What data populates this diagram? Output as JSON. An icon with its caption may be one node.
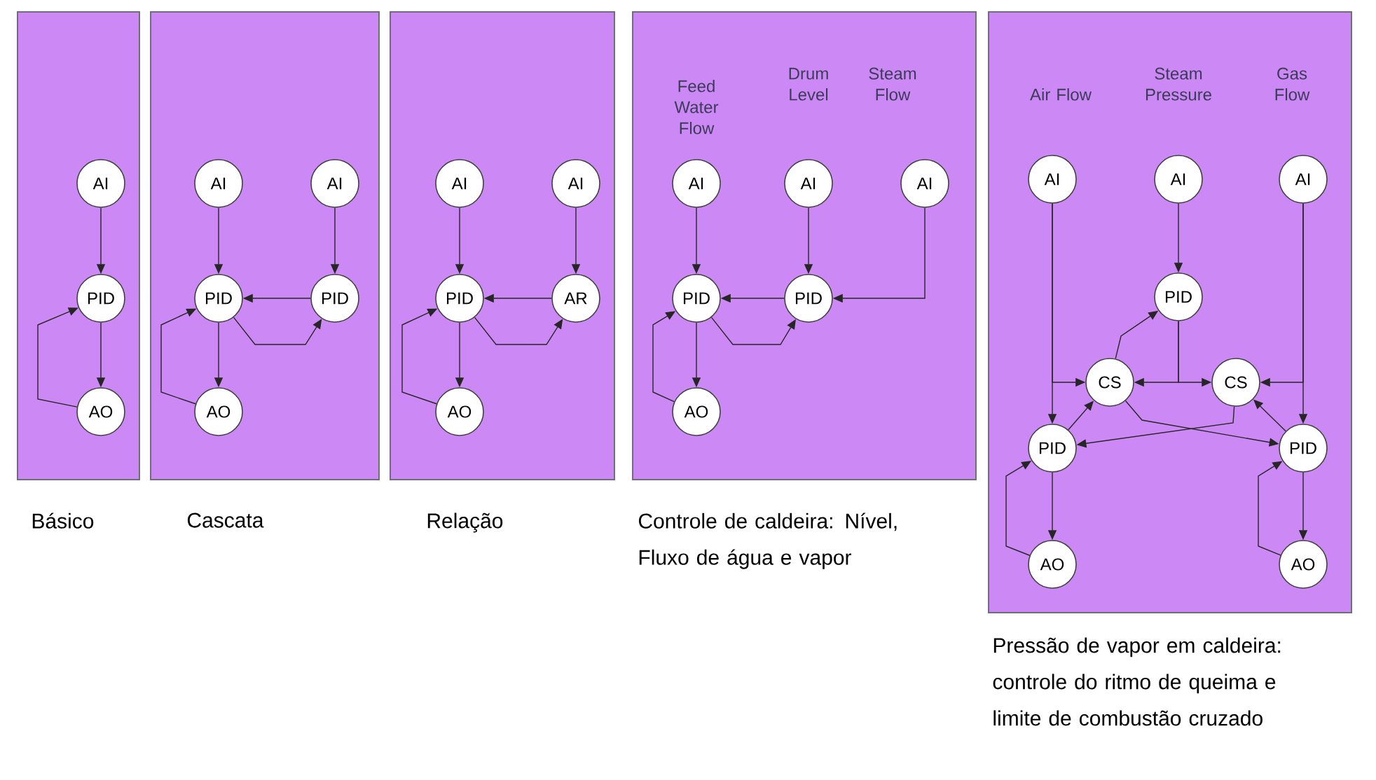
{
  "diagram": {
    "nodes": [
      {
        "text": [],
        "shape": "box",
        "beside": [
          "Básico"
        ]
      },
      {
        "text": [
          "AI"
        ],
        "in": 0
      },
      {
        "text": [
          "PID"
        ],
        "in": 0
      },
      {
        "text": [
          "AO"
        ],
        "in": 0
      },
      {
        "text": [],
        "shape": "box",
        "beside": [
          "Cascata"
        ]
      },
      {
        "text": [
          "AI"
        ],
        "in": 4
      },
      {
        "text": [
          "AI"
        ],
        "in": 4
      },
      {
        "text": [
          "PID"
        ],
        "in": 4
      },
      {
        "text": [
          "PID"
        ],
        "in": 4
      },
      {
        "text": [
          "AO"
        ],
        "in": 4
      },
      {
        "text": [],
        "shape": "box",
        "beside": [
          "Relação"
        ]
      },
      {
        "text": [
          "AI"
        ],
        "in": 10
      },
      {
        "text": [
          "AI"
        ],
        "in": 10
      },
      {
        "text": [
          "PID"
        ],
        "in": 10
      },
      {
        "text": [
          "AR"
        ],
        "in": 10
      },
      {
        "text": [
          "AO"
        ],
        "in": 10
      },
      {
        "text": [],
        "shape": "box",
        "beside": [
          "Controle de caldeira: Nível, Fluxo de água e vapor"
        ]
      },
      {
        "text": [
          "AI"
        ],
        "in": 16,
        "beside": [
          "Feed Water Flow"
        ]
      },
      {
        "text": [
          "AI"
        ],
        "in": 16,
        "beside": [
          "Drum Level"
        ]
      },
      {
        "text": [
          "AI"
        ],
        "in": 16,
        "beside": [
          "Steam Flow"
        ]
      },
      {
        "text": [
          "PID"
        ],
        "in": 16
      },
      {
        "text": [
          "PID"
        ],
        "in": 16
      },
      {
        "text": [
          "AO"
        ],
        "in": 16
      },
      {
        "text": [],
        "shape": "box",
        "beside": [
          "Pressão de vapor em caldeira: controle do ritmo de queima e limite de combustão cruzado"
        ]
      },
      {
        "text": [
          "AI"
        ],
        "in": 23,
        "beside": [
          "Air Flow"
        ]
      },
      {
        "text": [
          "AI"
        ],
        "in": 23,
        "beside": [
          "Steam Pressure"
        ]
      },
      {
        "text": [
          "AI"
        ],
        "in": 23,
        "beside": [
          "Gas Flow"
        ]
      },
      {
        "text": [
          "PID"
        ],
        "in": 23
      },
      {
        "text": [
          "CS"
        ],
        "in": 23
      },
      {
        "text": [
          "CS"
        ],
        "in": 23
      },
      {
        "text": [
          "PID"
        ],
        "in": 23
      },
      {
        "text": [
          "PID"
        ],
        "in": 23
      },
      {
        "text": [
          "AO"
        ],
        "in": 23
      },
      {
        "text": [
          "AO"
        ],
        "in": 23
      }
    ],
    "edges": [
      {
        "from": 1,
        "to": 2,
        "arrow": "to"
      },
      {
        "from": 2,
        "to": 3,
        "arrow": "to"
      },
      {
        "from": 3,
        "to": 2,
        "arrow": "to"
      },
      {
        "from": 5,
        "to": 7,
        "arrow": "to"
      },
      {
        "from": 6,
        "to": 8,
        "arrow": "to"
      },
      {
        "from": 8,
        "to": 7,
        "arrow": "to"
      },
      {
        "from": 7,
        "to": 8,
        "arrow": "to"
      },
      {
        "from": 7,
        "to": 9,
        "arrow": "to"
      },
      {
        "from": 9,
        "to": 7,
        "arrow": "to"
      },
      {
        "from": 11,
        "to": 13,
        "arrow": "to"
      },
      {
        "from": 12,
        "to": 14,
        "arrow": "to"
      },
      {
        "from": 14,
        "to": 13,
        "arrow": "to"
      },
      {
        "from": 13,
        "to": 14,
        "arrow": "to"
      },
      {
        "from": 13,
        "to": 15,
        "arrow": "to"
      },
      {
        "from": 15,
        "to": 13,
        "arrow": "to"
      },
      {
        "from": 17,
        "to": 20,
        "arrow": "to"
      },
      {
        "from": 18,
        "to": 21,
        "arrow": "to"
      },
      {
        "from": 21,
        "to": 20,
        "arrow": "to"
      },
      {
        "from": 20,
        "to": 21,
        "arrow": "to"
      },
      {
        "from": 20,
        "to": 22,
        "arrow": "to"
      },
      {
        "from": 22,
        "to": 20,
        "arrow": "to"
      },
      {
        "from": 19,
        "to": 21,
        "arrow": "to"
      },
      {
        "from": 24,
        "to": 30,
        "arrow": "to"
      },
      {
        "from": 24,
        "to": 28,
        "arrow": "to"
      },
      {
        "from": 26,
        "to": 31,
        "arrow": "to"
      },
      {
        "from": 26,
        "to": 29,
        "arrow": "to"
      },
      {
        "from": 25,
        "to": 27,
        "arrow": "to"
      },
      {
        "from": 27,
        "to": 28,
        "arrow": "to"
      },
      {
        "from": 27,
        "to": 29,
        "arrow": "to"
      },
      {
        "from": 28,
        "to": 27,
        "arrow": "to"
      },
      {
        "from": 30,
        "to": 28,
        "arrow": "to"
      },
      {
        "from": 31,
        "to": 29,
        "arrow": "to"
      },
      {
        "from": 28,
        "to": 31,
        "arrow": "to"
      },
      {
        "from": 29,
        "to": 30,
        "arrow": "to"
      },
      {
        "from": 30,
        "to": 32,
        "arrow": "to"
      },
      {
        "from": 32,
        "to": 30,
        "arrow": "to"
      },
      {
        "from": 31,
        "to": 33,
        "arrow": "to"
      },
      {
        "from": 33,
        "to": 31,
        "arrow": "to"
      }
    ]
  }
}
